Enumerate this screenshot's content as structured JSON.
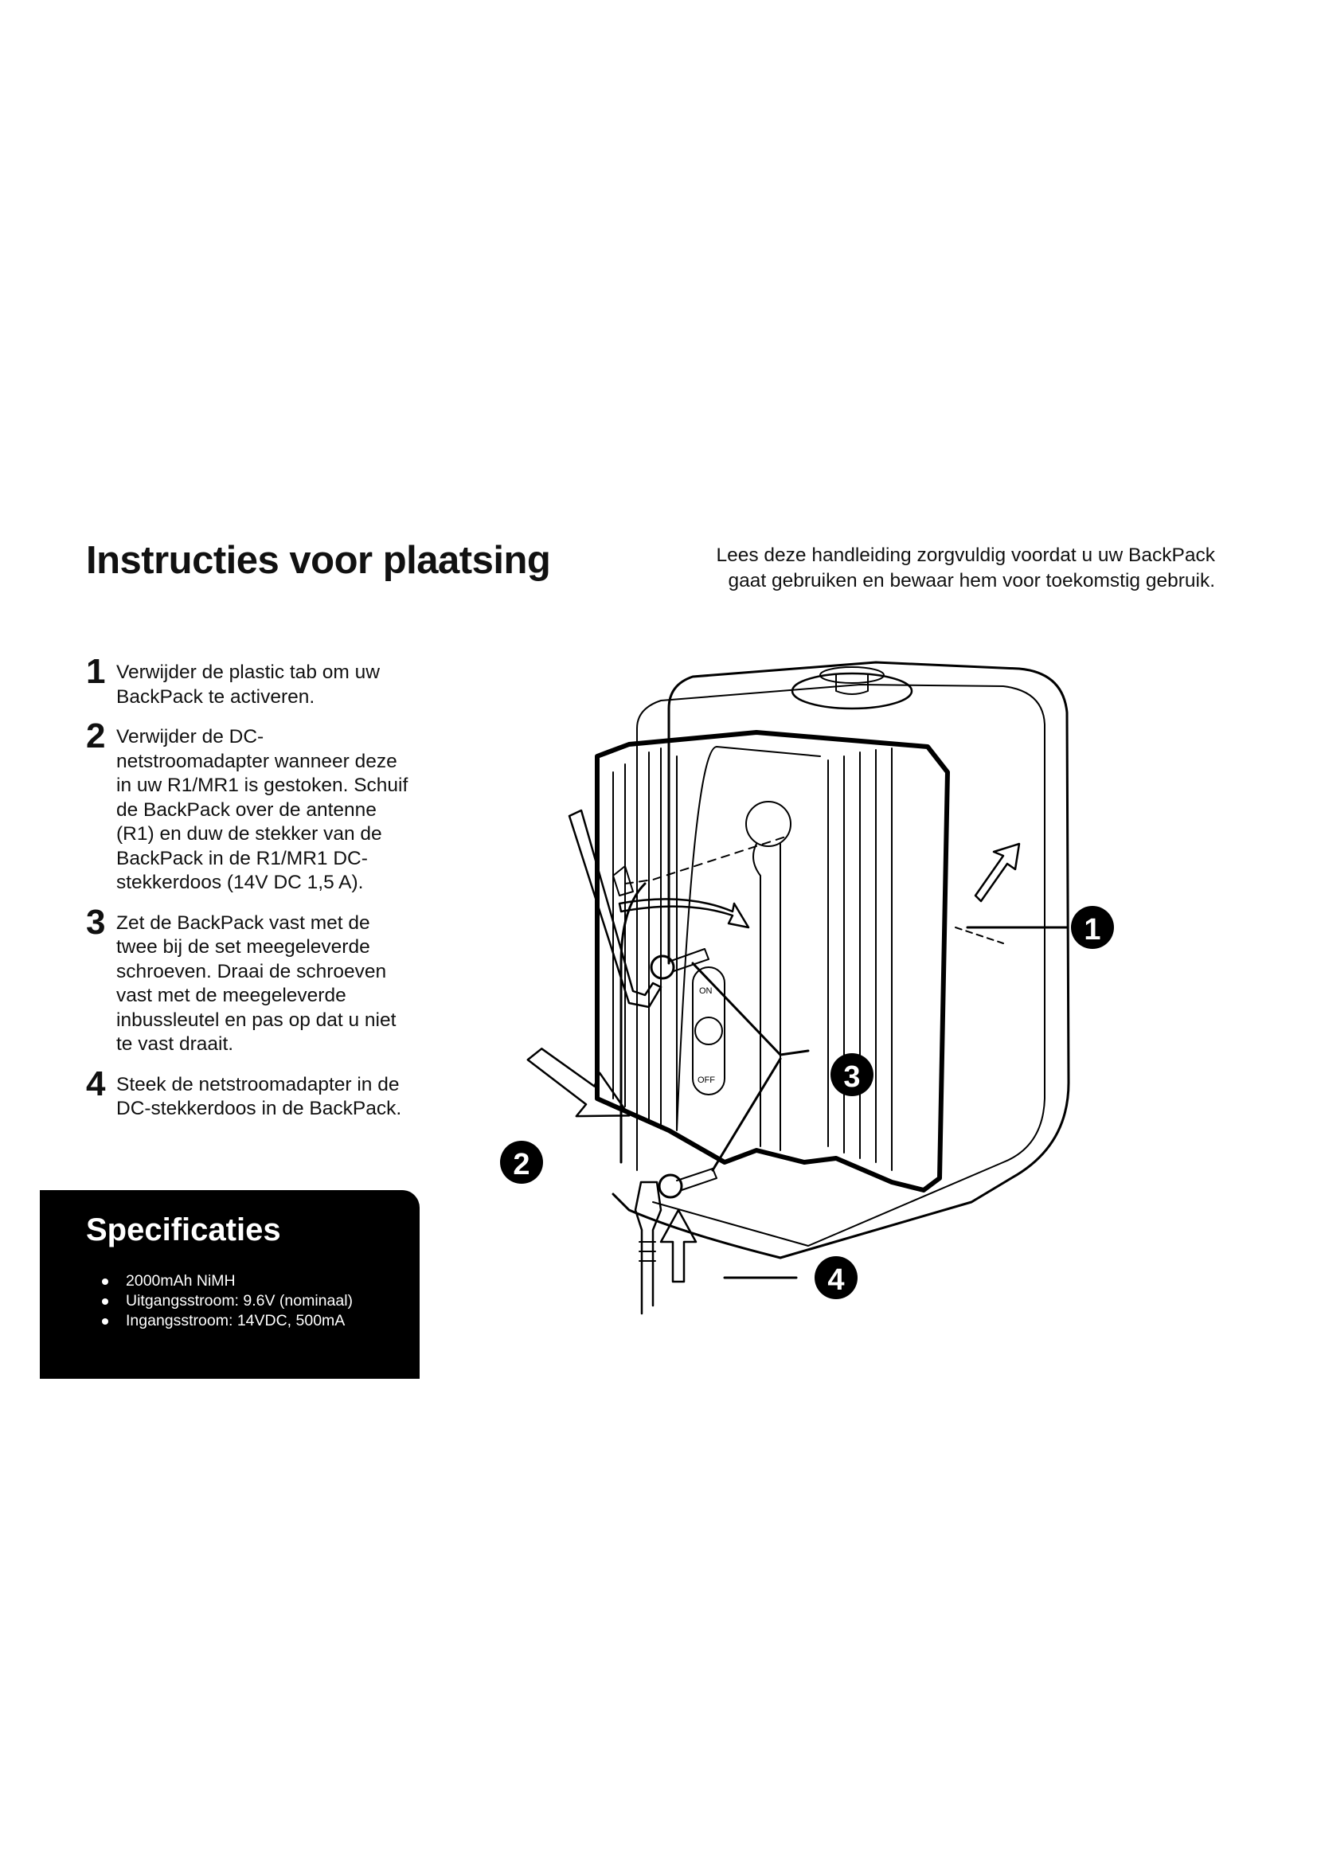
{
  "page": {
    "title": "Instructies voor plaatsing",
    "intro_line1": "Lees deze handleiding zorgvuldig voordat u uw BackPack",
    "intro_line2": "gaat gebruiken en bewaar hem voor toekomstig gebruik."
  },
  "steps": [
    {
      "number": "1",
      "text": "Verwijder de plastic tab om uw\nBackPack te activeren."
    },
    {
      "number": "2",
      "text": "Verwijder de DC-\nnetstroomadapter wanneer deze\nin uw R1/MR1 is gestoken. Schuif\nde BackPack over de antenne\n(R1) en duw de stekker van de\nBackPack in de R1/MR1 DC-\nstekkerdoos (14V DC 1,5 A)."
    },
    {
      "number": "3",
      "text": "Zet de BackPack vast met de\ntwee bij de set meegeleverde\nschroeven. Draai de schroeven\nvast met de meegeleverde\ninbussleutel en pas op dat u niet\nte vast draait."
    },
    {
      "number": "4",
      "text": "Steek de netstroomadapter in de\nDC-stekkerdoos in de BackPack."
    }
  ],
  "specs": {
    "title": "Specificaties",
    "items": [
      "2000mAh NiMH",
      "Uitgangsstroom: 9.6V (nominaal)",
      "Ingangsstroom: 14VDC, 500mA"
    ]
  },
  "diagram": {
    "callouts": [
      "1",
      "2",
      "3",
      "4"
    ],
    "switch_on": "ON",
    "switch_off": "OFF"
  }
}
